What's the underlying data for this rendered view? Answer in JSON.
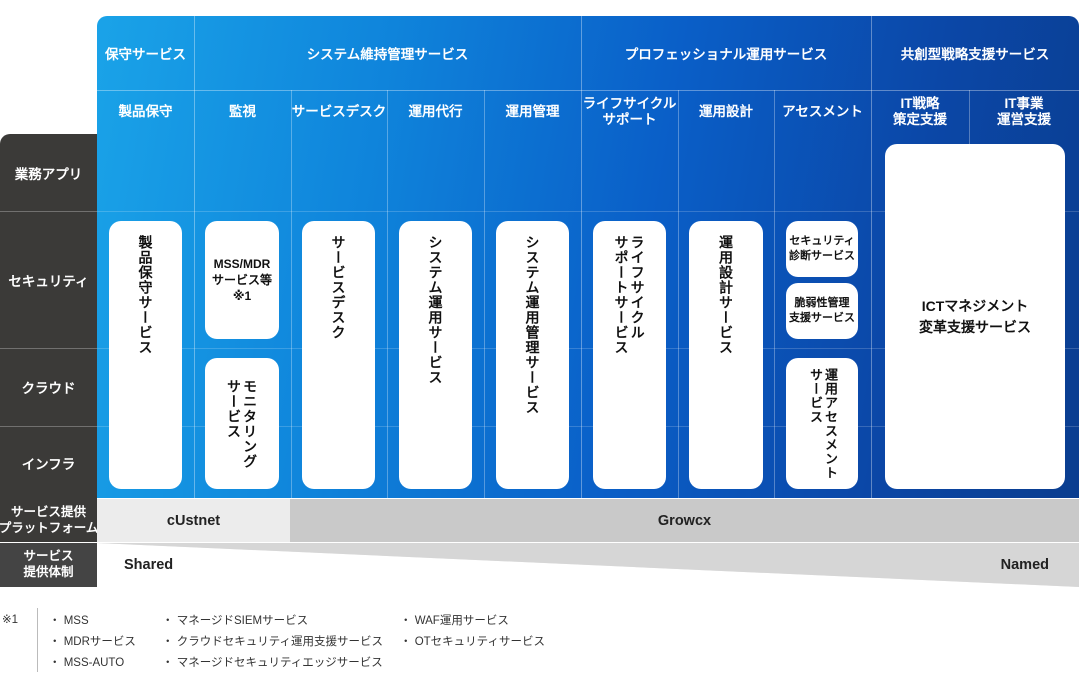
{
  "categories": [
    {
      "label": "保守サービス"
    },
    {
      "label": "システム維持管理サービス"
    },
    {
      "label": "プロフェッショナル運用サービス"
    },
    {
      "label": "共創型戦略支援サービス"
    }
  ],
  "subcategories": [
    {
      "label": "製品保守"
    },
    {
      "label": "監視"
    },
    {
      "label": "サービスデスク"
    },
    {
      "label": "運用代行"
    },
    {
      "label": "運用管理"
    },
    {
      "label": "ライフサイクル\nサポート"
    },
    {
      "label": "運用設計"
    },
    {
      "label": "アセスメント"
    },
    {
      "label": "IT戦略\n策定支援"
    },
    {
      "label": "IT事業\n運営支援"
    }
  ],
  "rows": [
    {
      "label": "業務アプリ"
    },
    {
      "label": "セキュリティ"
    },
    {
      "label": "クラウド"
    },
    {
      "label": "インフラ"
    }
  ],
  "cards": {
    "hoshu": "製品保守サービス",
    "mss": "MSS/MDR\nサービス等\n※1",
    "monitoring": "モニタリング\nサービス",
    "servicedesk": "サービスデスク",
    "unyo": "システム運用サービス",
    "kanri": "システム運用管理サービス",
    "lifecycle": "ライフサイクル\nサポートサービス",
    "sekkei": "運用設計サービス",
    "security_diag": "セキュリティ\n診断サービス",
    "vuln": "脆弱性管理\n支援サービス",
    "assessment": "運用アセスメント\nサービス",
    "ict": "ICTマネジメント\n変革支援サービス"
  },
  "platform": {
    "header": "サービス提供\nプラットフォーム",
    "custnet": "cUstnet",
    "growcx": "Growcx"
  },
  "system": {
    "header": "サービス\n提供体制",
    "shared": "Shared",
    "named": "Named"
  },
  "footnote": {
    "mark": "※1",
    "col1": [
      "・ MSS",
      "・ MDRサービス",
      "・ MSS-AUTO"
    ],
    "col2": [
      "・ マネージドSIEMサービス",
      "・ クラウドセキュリティ運用支援サービス",
      "・ マネージドセキュリティエッジサービス"
    ],
    "col3": [
      "・ WAF運用サービス",
      "・ OTセキュリティサービス"
    ]
  },
  "colors": {
    "blue_light": "#1aa3e8",
    "blue_dark": "#0a3d8f",
    "row_header": "#3b3a38",
    "platform_light": "#ececec",
    "platform_dark": "#c9c9c9"
  }
}
